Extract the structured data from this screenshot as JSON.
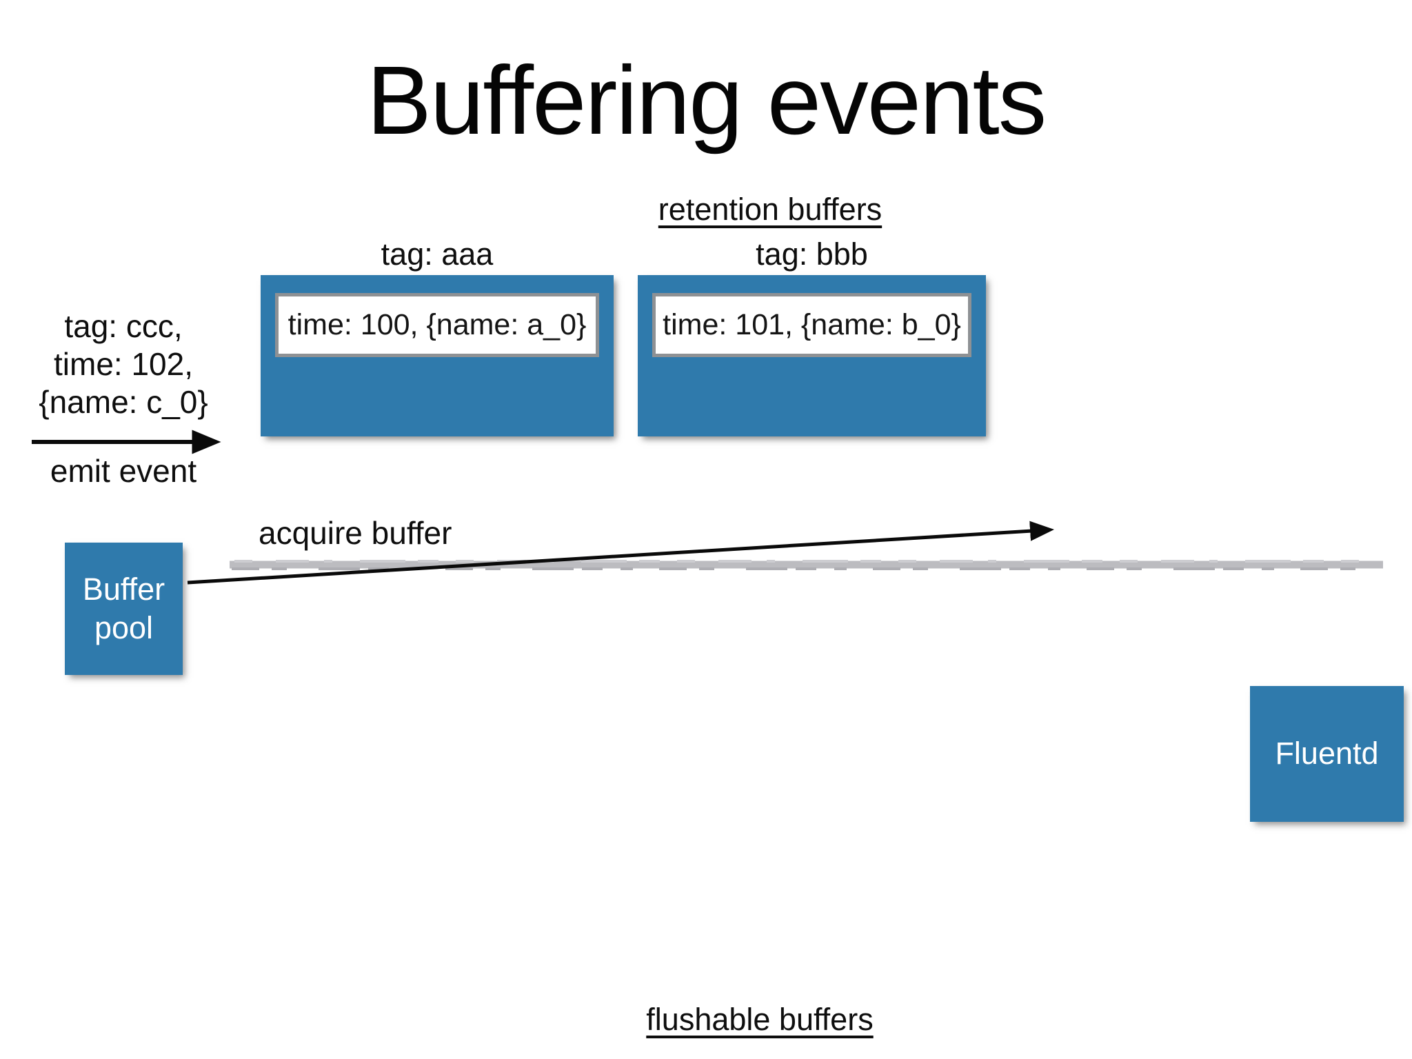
{
  "title": "Buffering events",
  "colors": {
    "box_blue": "#2f7aac",
    "gray_line": "#bcbcc0",
    "chip_border": "#8e9194",
    "text_dark": "#0e0e0e",
    "box_text": "#ffffff"
  },
  "retention": {
    "heading": "retention buffers",
    "buffers": [
      {
        "tag": "tag: aaa",
        "event": "time: 100, {name: a_0}"
      },
      {
        "tag": "tag: bbb",
        "event": "time: 101, {name: b_0}"
      }
    ]
  },
  "incoming_event": {
    "lines": [
      "tag: ccc,",
      "time: 102,",
      "{name: c_0}"
    ],
    "arrow_label": "emit event"
  },
  "buffer_pool": {
    "label": "Buffer pool"
  },
  "acquire": {
    "label": "acquire buffer"
  },
  "fluentd": {
    "label": "Fluentd"
  },
  "flushable": {
    "heading": "flushable buffers"
  }
}
